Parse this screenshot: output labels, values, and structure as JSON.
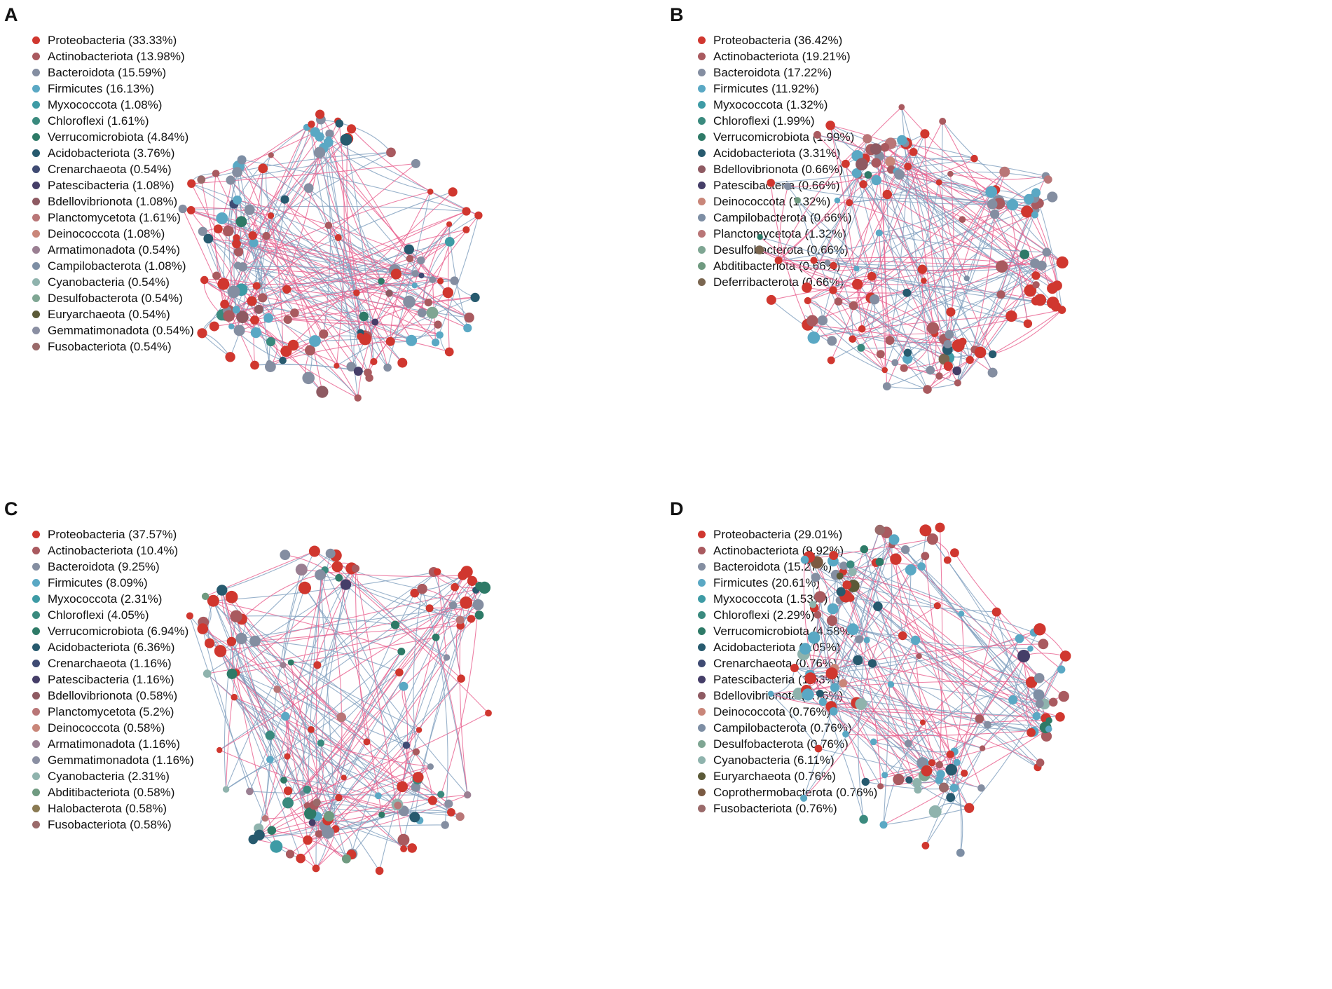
{
  "colors": {
    "edge_positive": "#e8608f",
    "edge_negative": "#7f9fbe",
    "phyla": {
      "Proteobacteria": "#d0372f",
      "Actinobacteriota": "#a95a5f",
      "Bacteroidota": "#848ea1",
      "Firmicutes": "#5aa8c4",
      "Myxococcota": "#3e9ba5",
      "Chloroflexi": "#3a8a7e",
      "Verrucomicrobiota": "#2e7a67",
      "Acidobacteriota": "#275a6e",
      "Crenarchaeota": "#3f4b73",
      "Patescibacteria": "#453e68",
      "Bdellovibrionota": "#8e5a62",
      "Planctomycetota": "#b97677",
      "Deinococcota": "#c98679",
      "Armatimonadota": "#9a7f92",
      "Campilobacterota": "#7d8ea4",
      "Cyanobacteria": "#8fb3ad",
      "Desulfobacterota": "#7fa693",
      "Euryarchaeota": "#5b5a38",
      "Gemmatimonadota": "#8a8fa2",
      "Fusobacteriota": "#9a6a6a",
      "Abditibacteriota": "#6f9a80",
      "Deferribacterota": "#7a6650",
      "Halobacterota": "#8a7a52",
      "Coprothermobacterota": "#7a5a42"
    }
  },
  "panels": [
    {
      "label": "A",
      "legend": [
        {
          "phylum": "Proteobacteria",
          "text": "Proteobacteria (33.33%)",
          "percent": 33.33
        },
        {
          "phylum": "Actinobacteriota",
          "text": "Actinobacteriota (13.98%)",
          "percent": 13.98
        },
        {
          "phylum": "Bacteroidota",
          "text": "Bacteroidota (15.59%)",
          "percent": 15.59
        },
        {
          "phylum": "Firmicutes",
          "text": "Firmicutes (16.13%)",
          "percent": 16.13
        },
        {
          "phylum": "Myxococcota",
          "text": "Myxococcota (1.08%)",
          "percent": 1.08
        },
        {
          "phylum": "Chloroflexi",
          "text": "Chloroflexi (1.61%)",
          "percent": 1.61
        },
        {
          "phylum": "Verrucomicrobiota",
          "text": "Verrucomicrobiota (4.84%)",
          "percent": 4.84
        },
        {
          "phylum": "Acidobacteriota",
          "text": "Acidobacteriota (3.76%)",
          "percent": 3.76
        },
        {
          "phylum": "Crenarchaeota",
          "text": "Crenarchaeota (0.54%)",
          "percent": 0.54
        },
        {
          "phylum": "Patescibacteria",
          "text": "Patescibacteria (1.08%)",
          "percent": 1.08
        },
        {
          "phylum": "Bdellovibrionota",
          "text": "Bdellovibrionota (1.08%)",
          "percent": 1.08
        },
        {
          "phylum": "Planctomycetota",
          "text": "Planctomycetota (1.61%)",
          "percent": 1.61
        },
        {
          "phylum": "Deinococcota",
          "text": "Deinococcota (1.08%)",
          "percent": 1.08
        },
        {
          "phylum": "Armatimonadota",
          "text": "Armatimonadota (0.54%)",
          "percent": 0.54
        },
        {
          "phylum": "Campilobacterota",
          "text": "Campilobacterota (1.08%)",
          "percent": 1.08
        },
        {
          "phylum": "Cyanobacteria",
          "text": "Cyanobacteria (0.54%)",
          "percent": 0.54
        },
        {
          "phylum": "Desulfobacterota",
          "text": "Desulfobacterota (0.54%)",
          "percent": 0.54
        },
        {
          "phylum": "Euryarchaeota",
          "text": "Euryarchaeota (0.54%)",
          "percent": 0.54
        },
        {
          "phylum": "Gemmatimonadota",
          "text": "Gemmatimonadota (0.54%)",
          "percent": 0.54
        },
        {
          "phylum": "Fusobacteriota",
          "text": "Fusobacteriota (0.54%)",
          "percent": 0.54
        }
      ]
    },
    {
      "label": "B",
      "legend": [
        {
          "phylum": "Proteobacteria",
          "text": "Proteobacteria (36.42%)",
          "percent": 36.42
        },
        {
          "phylum": "Actinobacteriota",
          "text": "Actinobacteriota (19.21%)",
          "percent": 19.21
        },
        {
          "phylum": "Bacteroidota",
          "text": "Bacteroidota (17.22%)",
          "percent": 17.22
        },
        {
          "phylum": "Firmicutes",
          "text": "Firmicutes (11.92%)",
          "percent": 11.92
        },
        {
          "phylum": "Myxococcota",
          "text": "Myxococcota (1.32%)",
          "percent": 1.32
        },
        {
          "phylum": "Chloroflexi",
          "text": "Chloroflexi (1.99%)",
          "percent": 1.99
        },
        {
          "phylum": "Verrucomicrobiota",
          "text": "Verrucomicrobiota (1.99%)",
          "percent": 1.99
        },
        {
          "phylum": "Acidobacteriota",
          "text": "Acidobacteriota (3.31%)",
          "percent": 3.31
        },
        {
          "phylum": "Bdellovibrionota",
          "text": "Bdellovibrionota (0.66%)",
          "percent": 0.66
        },
        {
          "phylum": "Patescibacteria",
          "text": "Patescibacteria (0.66%)",
          "percent": 0.66
        },
        {
          "phylum": "Deinococcota",
          "text": "Deinococcota (1.32%)",
          "percent": 1.32
        },
        {
          "phylum": "Campilobacterota",
          "text": "Campilobacterota (0.66%)",
          "percent": 0.66
        },
        {
          "phylum": "Planctomycetota",
          "text": "Planctomycetota (1.32%)",
          "percent": 1.32
        },
        {
          "phylum": "Desulfobacterota",
          "text": "Desulfobacterota (0.66%)",
          "percent": 0.66
        },
        {
          "phylum": "Abditibacteriota",
          "text": "Abditibacteriota (0.66%)",
          "percent": 0.66
        },
        {
          "phylum": "Deferribacterota",
          "text": "Deferribacterota (0.66%)",
          "percent": 0.66
        }
      ]
    },
    {
      "label": "C",
      "legend": [
        {
          "phylum": "Proteobacteria",
          "text": "Proteobacteria (37.57%)",
          "percent": 37.57
        },
        {
          "phylum": "Actinobacteriota",
          "text": "Actinobacteriota (10.4%)",
          "percent": 10.4
        },
        {
          "phylum": "Bacteroidota",
          "text": "Bacteroidota (9.25%)",
          "percent": 9.25
        },
        {
          "phylum": "Firmicutes",
          "text": "Firmicutes (8.09%)",
          "percent": 8.09
        },
        {
          "phylum": "Myxococcota",
          "text": "Myxococcota (2.31%)",
          "percent": 2.31
        },
        {
          "phylum": "Chloroflexi",
          "text": "Chloroflexi (4.05%)",
          "percent": 4.05
        },
        {
          "phylum": "Verrucomicrobiota",
          "text": "Verrucomicrobiota (6.94%)",
          "percent": 6.94
        },
        {
          "phylum": "Acidobacteriota",
          "text": "Acidobacteriota (6.36%)",
          "percent": 6.36
        },
        {
          "phylum": "Crenarchaeota",
          "text": "Crenarchaeota (1.16%)",
          "percent": 1.16
        },
        {
          "phylum": "Patescibacteria",
          "text": "Patescibacteria (1.16%)",
          "percent": 1.16
        },
        {
          "phylum": "Bdellovibrionota",
          "text": "Bdellovibrionota (0.58%)",
          "percent": 0.58
        },
        {
          "phylum": "Planctomycetota",
          "text": "Planctomycetota (5.2%)",
          "percent": 5.2
        },
        {
          "phylum": "Deinococcota",
          "text": "Deinococcota (0.58%)",
          "percent": 0.58
        },
        {
          "phylum": "Armatimonadota",
          "text": "Armatimonadota (1.16%)",
          "percent": 1.16
        },
        {
          "phylum": "Gemmatimonadota",
          "text": "Gemmatimonadota (1.16%)",
          "percent": 1.16
        },
        {
          "phylum": "Cyanobacteria",
          "text": "Cyanobacteria (2.31%)",
          "percent": 2.31
        },
        {
          "phylum": "Abditibacteriota",
          "text": "Abditibacteriota (0.58%)",
          "percent": 0.58
        },
        {
          "phylum": "Halobacterota",
          "text": "Halobacterota (0.58%)",
          "percent": 0.58
        },
        {
          "phylum": "Fusobacteriota",
          "text": "Fusobacteriota (0.58%)",
          "percent": 0.58
        }
      ]
    },
    {
      "label": "D",
      "legend": [
        {
          "phylum": "Proteobacteria",
          "text": "Proteobacteria (29.01%)",
          "percent": 29.01
        },
        {
          "phylum": "Actinobacteriota",
          "text": "Actinobacteriota (9.92%)",
          "percent": 9.92
        },
        {
          "phylum": "Bacteroidota",
          "text": "Bacteroidota (15.27%)",
          "percent": 15.27
        },
        {
          "phylum": "Firmicutes",
          "text": "Firmicutes (20.61%)",
          "percent": 20.61
        },
        {
          "phylum": "Myxococcota",
          "text": "Myxococcota (1.53%)",
          "percent": 1.53
        },
        {
          "phylum": "Chloroflexi",
          "text": "Chloroflexi (2.29%)",
          "percent": 2.29
        },
        {
          "phylum": "Verrucomicrobiota",
          "text": "Verrucomicrobiota (4.58%)",
          "percent": 4.58
        },
        {
          "phylum": "Acidobacteriota",
          "text": "Acidobacteriota (3.05%)",
          "percent": 3.05
        },
        {
          "phylum": "Crenarchaeota",
          "text": "Crenarchaeota (0.76%)",
          "percent": 0.76
        },
        {
          "phylum": "Patescibacteria",
          "text": "Patescibacteria (1.53%)",
          "percent": 1.53
        },
        {
          "phylum": "Bdellovibrionota",
          "text": "Bdellovibrionota (0.76%)",
          "percent": 0.76
        },
        {
          "phylum": "Deinococcota",
          "text": "Deinococcota (0.76%)",
          "percent": 0.76
        },
        {
          "phylum": "Campilobacterota",
          "text": "Campilobacterota (0.76%)",
          "percent": 0.76
        },
        {
          "phylum": "Desulfobacterota",
          "text": "Desulfobacterota (0.76%)",
          "percent": 0.76
        },
        {
          "phylum": "Cyanobacteria",
          "text": "Cyanobacteria (6.11%)",
          "percent": 6.11
        },
        {
          "phylum": "Euryarchaeota",
          "text": "Euryarchaeota (0.76%)",
          "percent": 0.76
        },
        {
          "phylum": "Coprothermobacterota",
          "text": "Coprothermobacterota (0.76%)",
          "percent": 0.76
        },
        {
          "phylum": "Fusobacteriota",
          "text": "Fusobacteriota (0.76%)",
          "percent": 0.76
        }
      ]
    }
  ]
}
